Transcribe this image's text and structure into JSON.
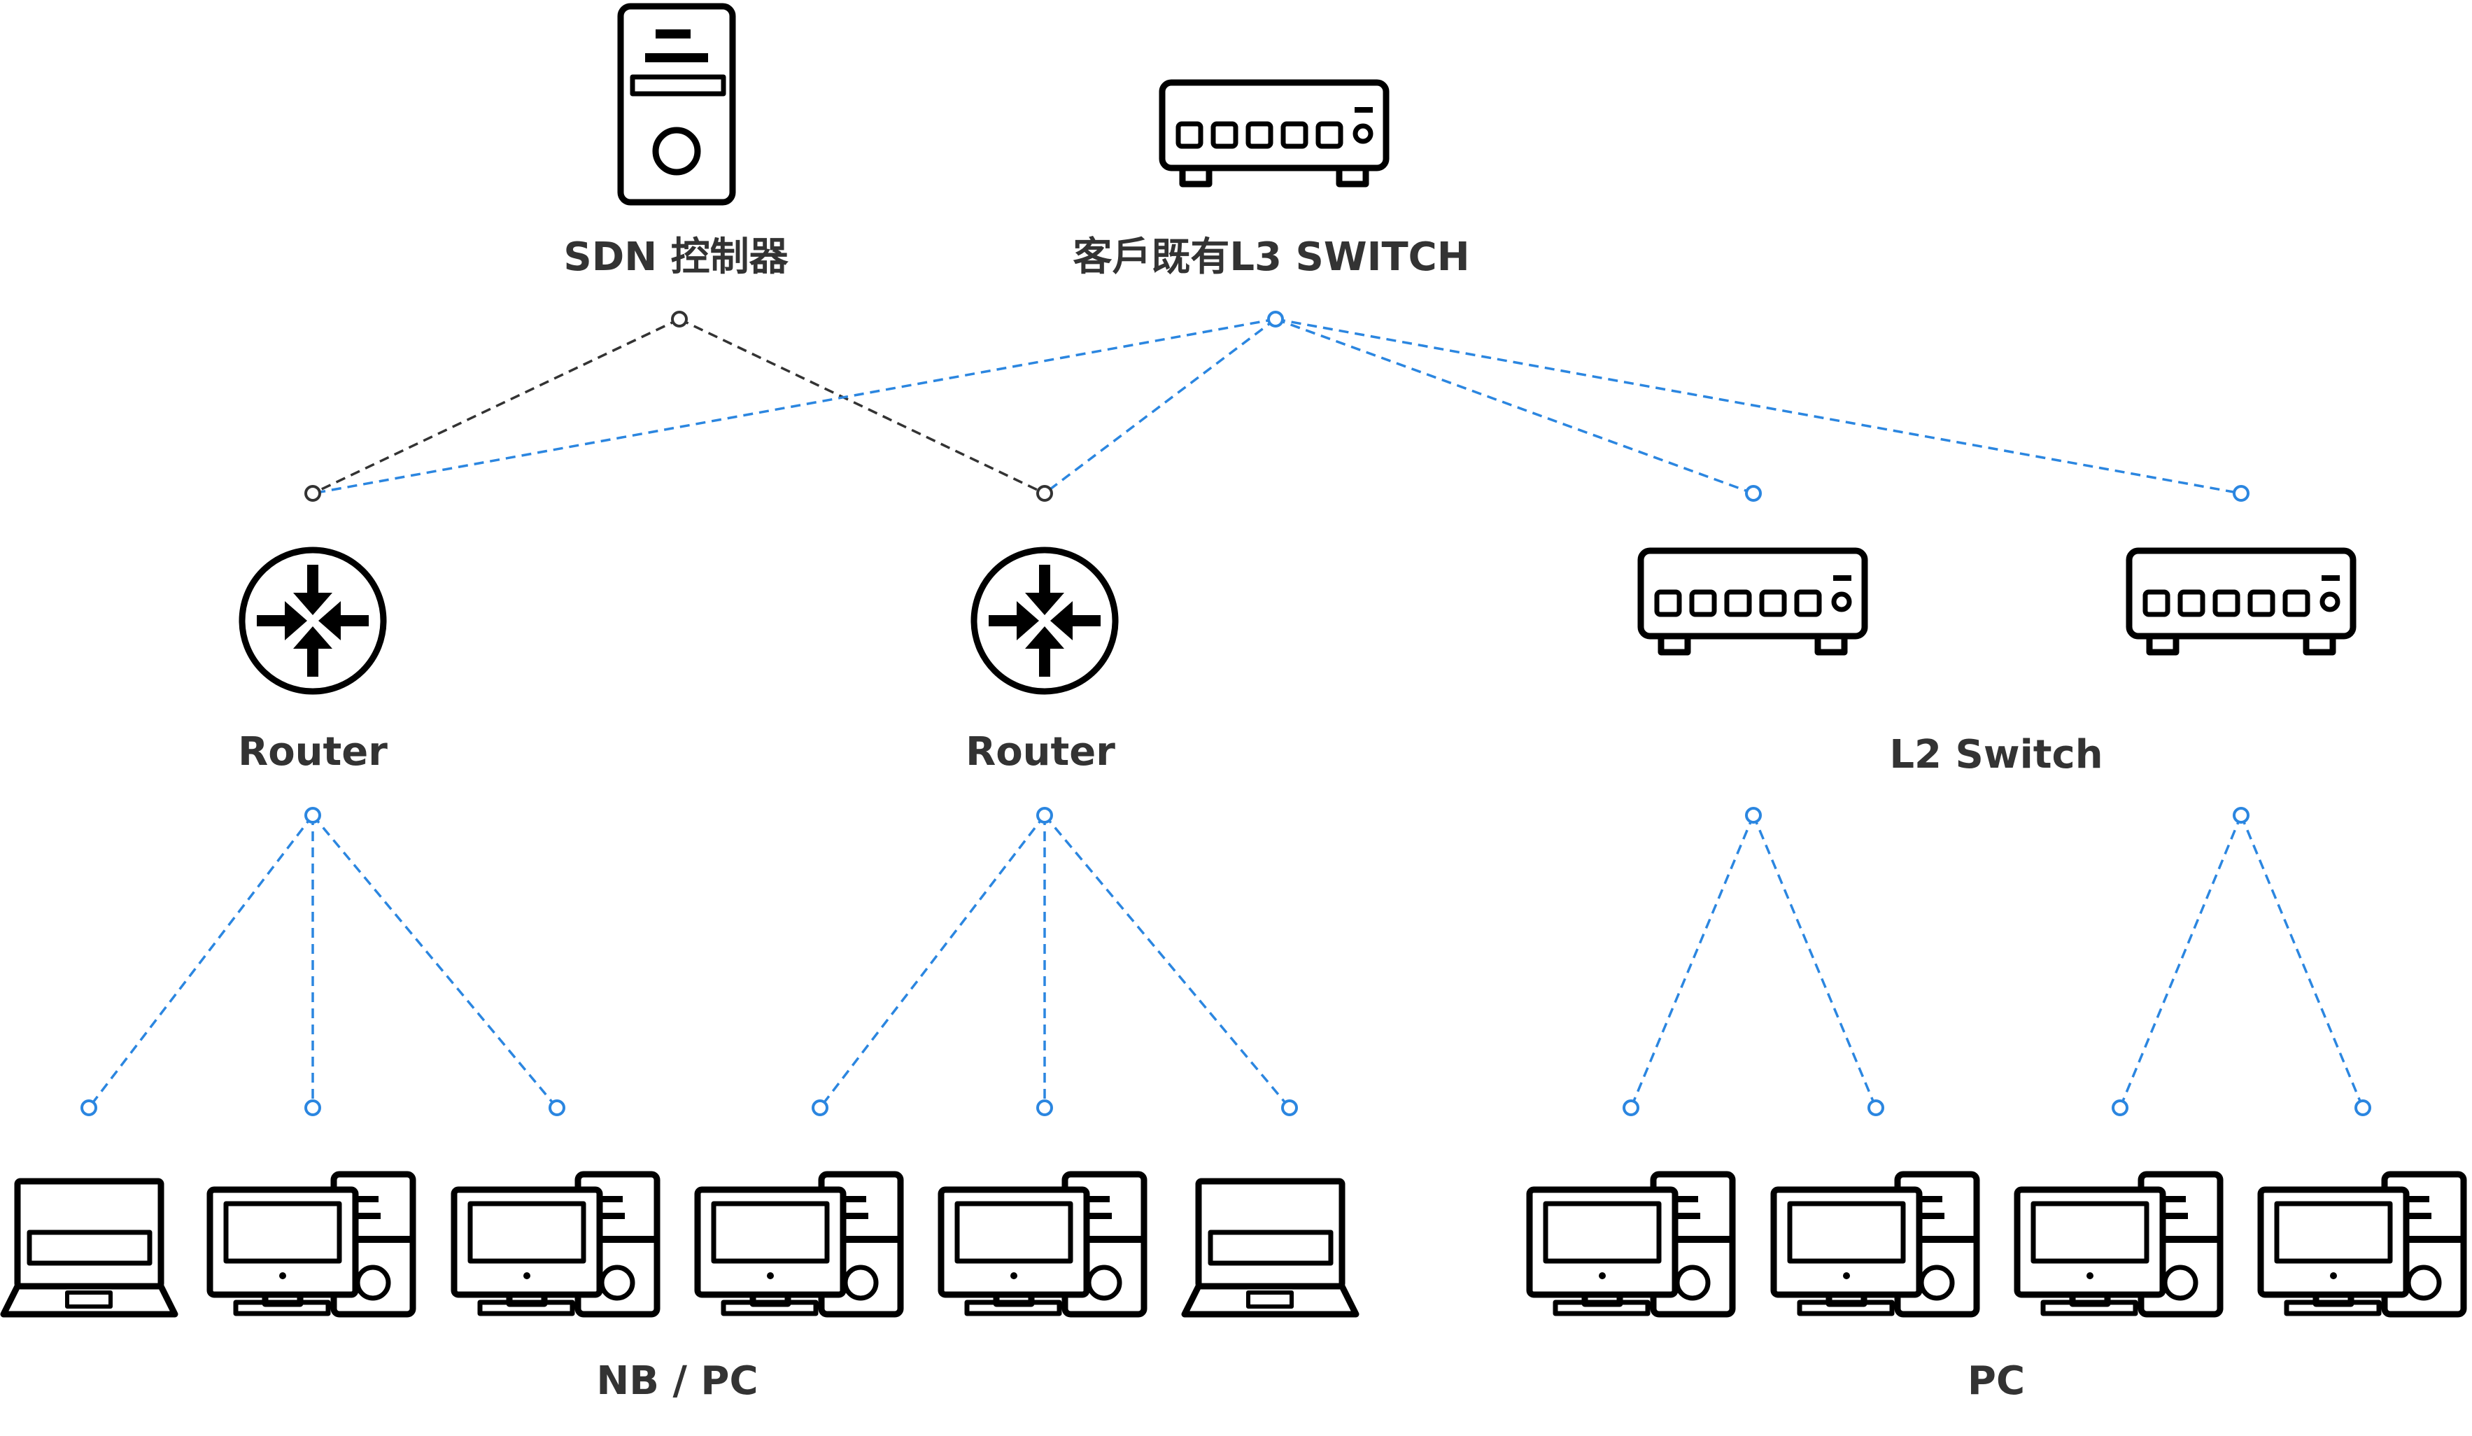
{
  "diagram": {
    "controller_label": "SDN 控制器",
    "l3_switch_label": "客戶既有L3 SWITCH",
    "router_label": "Router",
    "l2_switch_label": "L2 Switch",
    "left_group_label": "NB / PC",
    "right_group_label": "PC"
  },
  "icons": {
    "controller": "server-tower-icon",
    "l3_switch": "network-switch-icon",
    "router": "router-icon",
    "l2_switch": "network-switch-icon",
    "laptop": "laptop-icon",
    "desktop": "desktop-pc-icon"
  },
  "colors": {
    "icon": "#000000",
    "label": "#333333",
    "control_link": "#333333",
    "data_link": "#2b86e0"
  }
}
